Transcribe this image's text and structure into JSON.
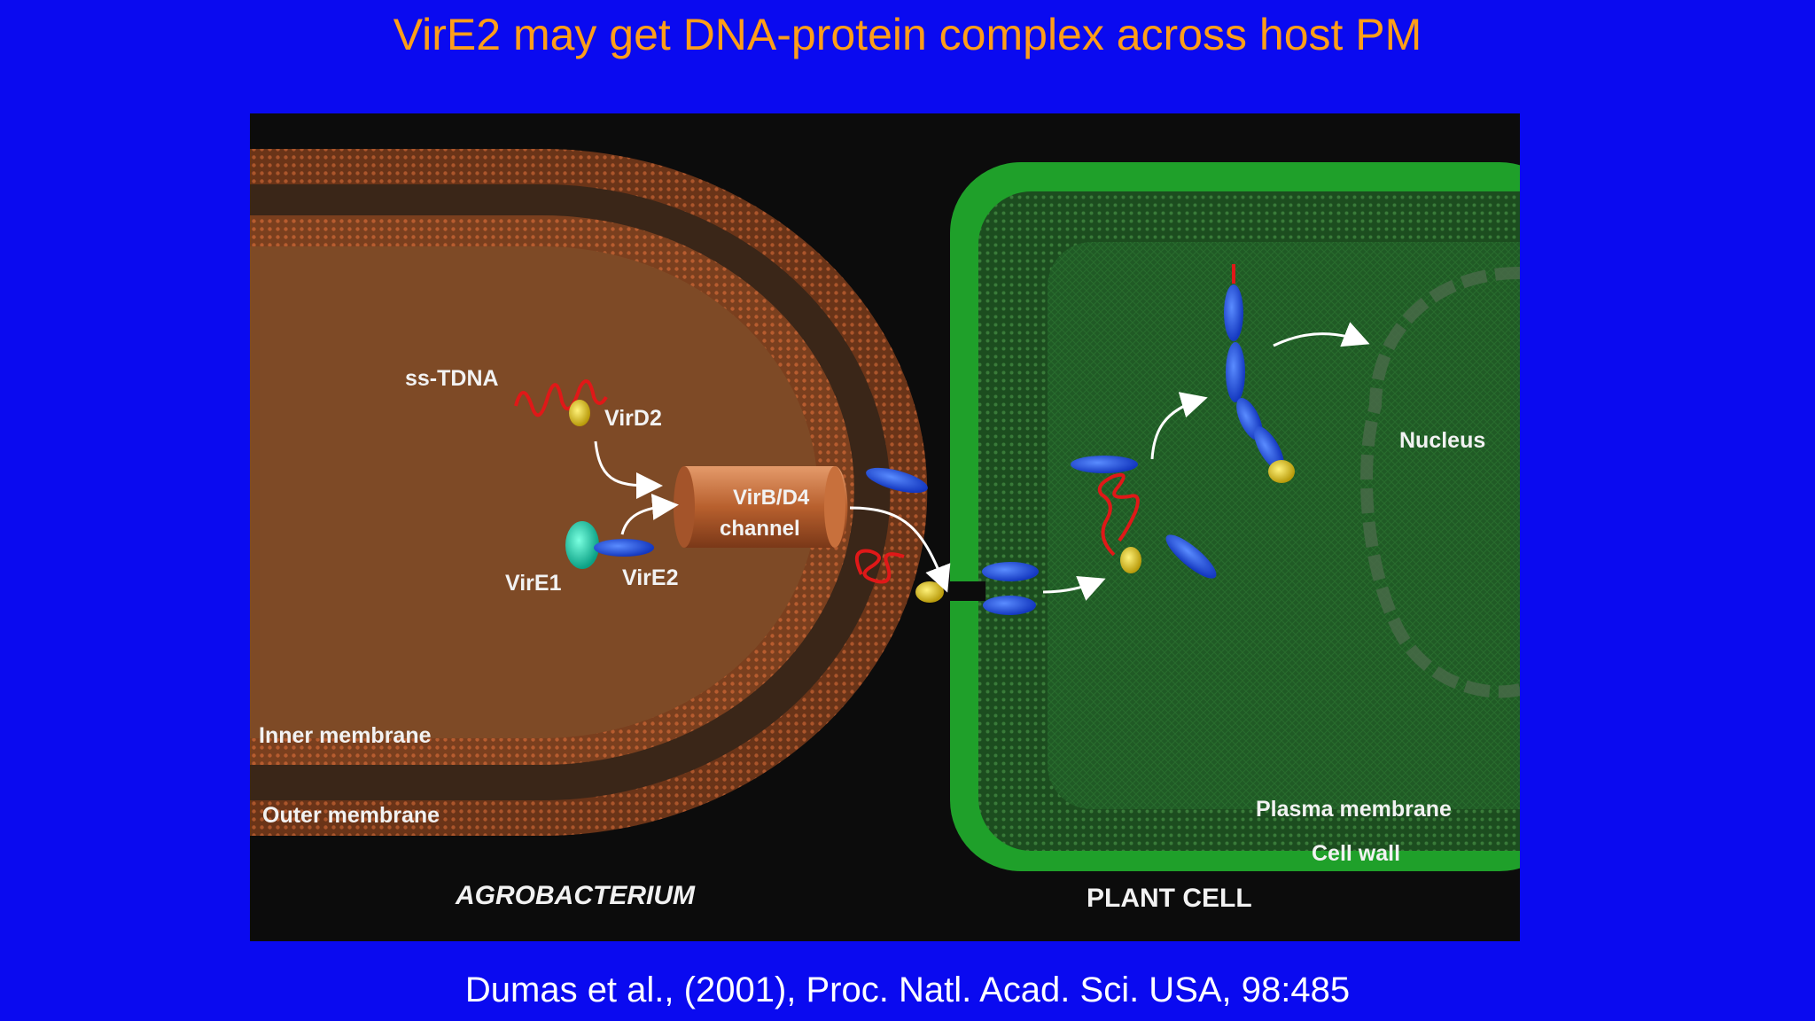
{
  "slide": {
    "title": "VirE2 may get DNA-protein complex across host PM",
    "citation": "Dumas et al., (2001), Proc. Natl. Acad. Sci. USA, 98:485"
  },
  "diagram": {
    "labels": {
      "ss_tdna": "ss-TDNA",
      "vird2": "VirD2",
      "channel_line1": "VirB/D4",
      "channel_line2": "channel",
      "vire1": "VirE1",
      "vire2": "VirE2",
      "inner_membrane": "Inner membrane",
      "outer_membrane": "Outer membrane",
      "agrobacterium": "AGROBACTERIUM",
      "nucleus": "Nucleus",
      "plasma_membrane": "Plasma membrane",
      "cell_wall": "Cell wall",
      "plant_cell": "PLANT CELL"
    },
    "colors": {
      "slide_background": "#0a0af0",
      "title": "#ff9e18",
      "bacterium": "#7a3f1e",
      "membrane_dots": "#e0703a",
      "plant_cell_wall": "#1fa02a",
      "plant_cytoplasm": "#1f5a24",
      "vire2_protein": "#1f56e0",
      "vird2_protein": "#e8d21e",
      "vire1_protein": "#19d6b0",
      "dna": "#e01818"
    }
  }
}
